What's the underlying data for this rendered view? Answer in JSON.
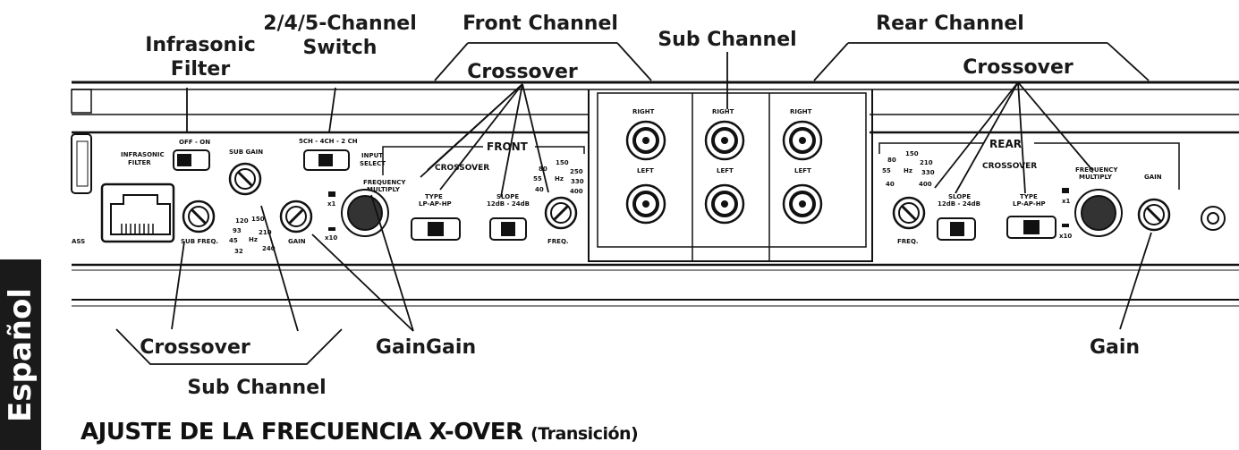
{
  "language_tab": "Español",
  "heading": {
    "main": "AJUSTE DE LA FRECUENCIA X-OVER",
    "sub": "(Transición)"
  },
  "callouts": {
    "infrasonic_filter_1": "Infrasonic",
    "infrasonic_filter_2": "Filter",
    "channel_switch_1": "2/4/5-Channel",
    "channel_switch_2": "Switch",
    "front_channel": "Front Channel",
    "front_crossover": "Crossover",
    "sub_channel_top": "Sub Channel",
    "rear_channel": "Rear Channel",
    "rear_crossover": "Crossover",
    "sub_crossover": "Crossover",
    "sub_channel_bottom": "Sub Channel",
    "front_gain": "GainGain",
    "rear_gain": "Gain"
  },
  "panel": {
    "infrasonic_switch": "OFF - ON",
    "infrasonic_label_1": "INFRASONIC",
    "infrasonic_label_2": "FILTER",
    "sub_gain": "SUB GAIN",
    "sub_freq": "SUB FREQ.",
    "sub_hz": "Hz",
    "sub_ticks": [
      "120",
      "150",
      "93",
      "45",
      "210",
      "32",
      "240"
    ],
    "channel_select": "5CH - 4CH - 2 CH",
    "input_select_1": "INPUT",
    "input_select_2": "SELECT",
    "front_title": "FRONT",
    "front_crossover": "CROSSOVER",
    "freq_multiply_1": "FREQUENCY",
    "freq_multiply_2": "MULTIPLY",
    "x1": "x1",
    "x10": "x10",
    "gain": "GAIN",
    "type": "TYPE",
    "type_values": "LP-AP-HP",
    "slope": "SLOPE",
    "slope_values": "12dB - 24dB",
    "freq": "FREQ.",
    "hz": "Hz",
    "front_ticks": [
      "150",
      "80",
      "250",
      "55",
      "330",
      "40",
      "400"
    ],
    "right": "RIGHT",
    "left": "LEFT",
    "bass": "ASS",
    "rear_title": "REAR",
    "rear_crossover": "CROSSOVER",
    "rear_ticks": [
      "150",
      "80",
      "210",
      "55",
      "330",
      "40",
      "400"
    ]
  },
  "colors": {
    "ink": "#1a1a1a",
    "panel": "#ffffff",
    "tab": "#1a1a1a"
  }
}
